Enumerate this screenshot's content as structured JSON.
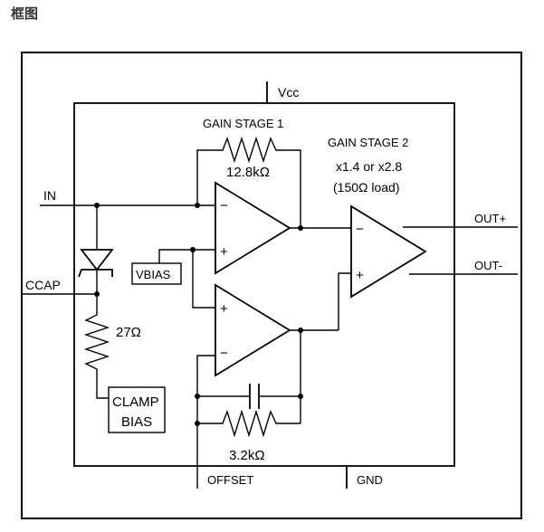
{
  "heading": "框图",
  "labels": {
    "vcc": "Vcc",
    "gain_stage_1": "GAIN STAGE 1",
    "gain_stage_2": "GAIN STAGE 2",
    "gain_2_values": "x1.4 or x2.8",
    "gain_2_load": "(150Ω load)",
    "r_feedback_1": "12.8kΩ",
    "r_feedback_2": "3.2kΩ",
    "r_clamp": "27Ω",
    "in": "IN",
    "ccap": "CCAP",
    "vbias": "VBIAS",
    "clamp_line1": "CLAMP",
    "clamp_line2": "BIAS",
    "out_plus": "OUT+",
    "out_minus": "OUT-",
    "offset": "OFFSET",
    "gnd": "GND",
    "minus_sign": "−",
    "plus_sign": "+"
  }
}
